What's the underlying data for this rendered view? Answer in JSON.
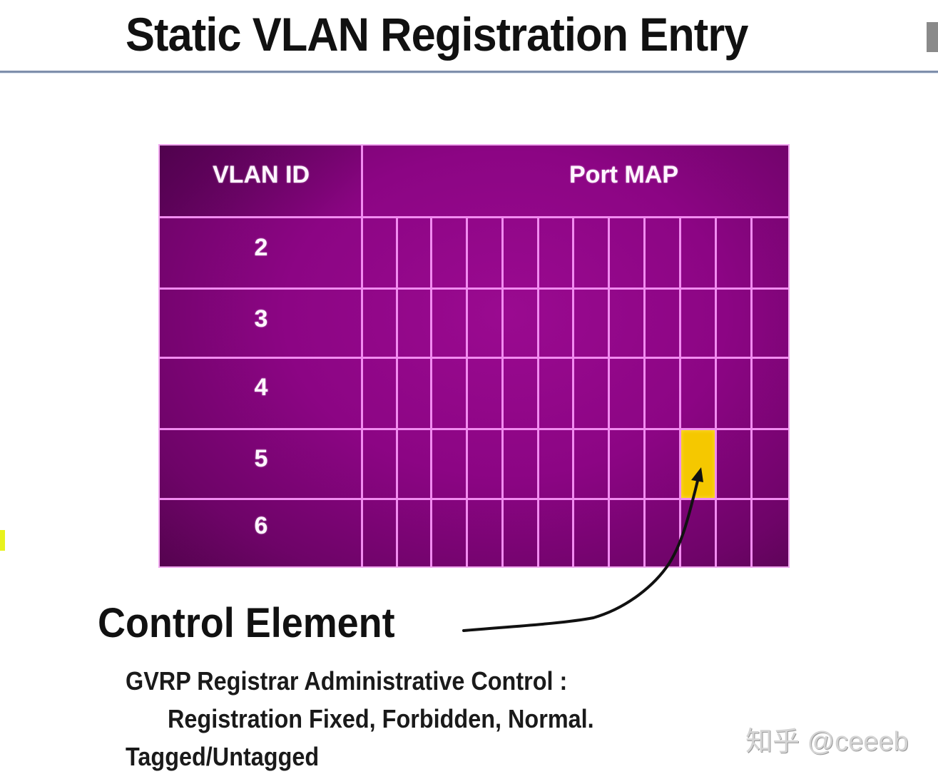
{
  "slide": {
    "title": "Static VLAN Registration Entry"
  },
  "table": {
    "headers": {
      "vlan_id": "VLAN ID",
      "port_map": "Port MAP"
    },
    "port_columns": 12,
    "rows": [
      {
        "vlan_id": "2"
      },
      {
        "vlan_id": "3"
      },
      {
        "vlan_id": "4"
      },
      {
        "vlan_id": "5"
      },
      {
        "vlan_id": "6"
      }
    ],
    "highlighted_cell": {
      "row_vlan_id": "5",
      "port_column": 10,
      "color": "#f5c800"
    },
    "colors": {
      "fill": "#8c0584",
      "grid": "#f18cf0"
    }
  },
  "annotation": {
    "label": "Control Element",
    "arrow_target": "highlighted-cell"
  },
  "description": {
    "line1": "GVRP Registrar Administrative Control :",
    "line2": "Registration Fixed, Forbidden, Normal.",
    "line3": "Tagged/Untagged"
  },
  "watermark": "知乎 @ceeeb"
}
